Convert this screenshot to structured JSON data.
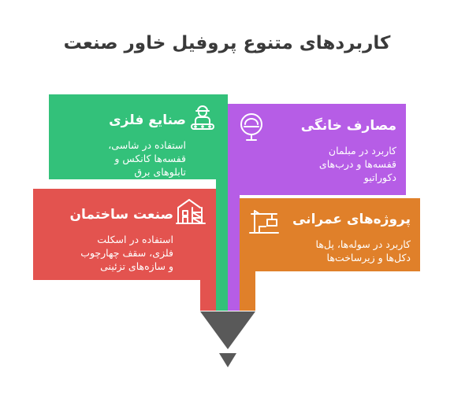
{
  "title": "کاربردهای متنوع پروفیل خاور صنعت",
  "colors": {
    "green": "#33c17a",
    "purple": "#b65de6",
    "red": "#e3534f",
    "orange": "#e0802a",
    "funnel": "#595959"
  },
  "cards": {
    "metal": {
      "title": "صنایع فلزی",
      "lines": [
        "استفاده در شاسی،",
        "قفسه‌ها کانکس و",
        "تابلوهای برق"
      ],
      "icon": "worker-conveyor-icon"
    },
    "home": {
      "title": "مصارف خانگی",
      "lines": [
        "کاربرد در مبلمان",
        "قفسه‌ها و درب‌های",
        "دکوراتیو"
      ],
      "icon": "chair-icon"
    },
    "building": {
      "title": "صنعت ساختمان",
      "lines": [
        "استفاده در اسکلت",
        "فلزی، سقف چهارچوب",
        "و سازه‌های تزئینی"
      ],
      "icon": "building-scaffold-icon"
    },
    "civil": {
      "title": "پروژه‌های عمرانی",
      "lines": [
        "کاربرد در سوله‌ها، پل‌ها",
        "دکل‌ها و زیرساخت‌ها"
      ],
      "icon": "crane-icon"
    }
  }
}
